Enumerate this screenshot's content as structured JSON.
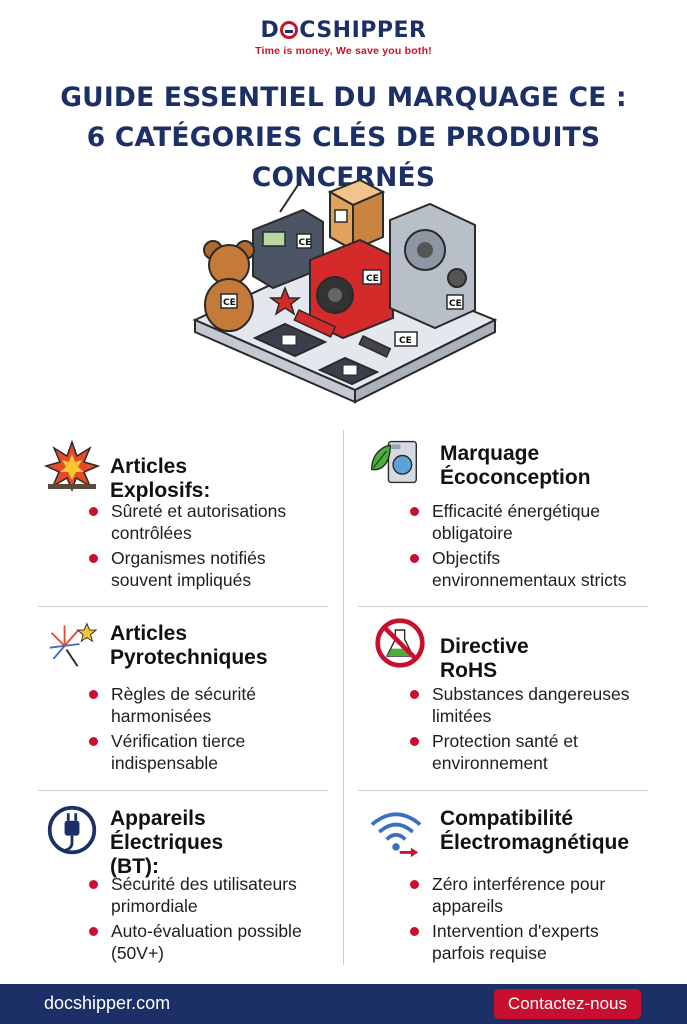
{
  "logo": {
    "brand_pre": "D",
    "brand_post": "CSHIPPER",
    "tagline": "Time is money, We save you both!"
  },
  "title": {
    "line1": "GUIDE ESSENTIEL DU MARQUAGE CE :",
    "line2": "6 CATÉGORIES CLÉS DE PRODUITS CONCERNÉS"
  },
  "hero": {
    "ce_mark": "CE"
  },
  "categories": [
    {
      "title": [
        "Articles Explosifs:"
      ],
      "icon": "explosion-icon",
      "bullets": [
        [
          "Sûreté et autorisations",
          "contrôlées"
        ],
        [
          "Organismes notifiés",
          "souvent impliqués"
        ]
      ]
    },
    {
      "title": [
        "Marquage",
        "Écoconception"
      ],
      "icon": "eco-washing-machine-icon",
      "bullets": [
        [
          "Efficacité énergétique",
          "obligatoire"
        ],
        [
          "Objectifs",
          "environnementaux stricts"
        ]
      ]
    },
    {
      "title": [
        "Articles",
        "Pyrotechniques"
      ],
      "icon": "fireworks-icon",
      "bullets": [
        [
          "Règles de sécurité",
          "harmonisées"
        ],
        [
          "Vérification tierce",
          "indispensable"
        ]
      ]
    },
    {
      "title": [
        "Directive RoHS"
      ],
      "icon": "no-hazardous-substance-icon",
      "bullets": [
        [
          "Substances dangereuses",
          "limitées"
        ],
        [
          "Protection santé et",
          "environnement"
        ]
      ]
    },
    {
      "title": [
        "Appareils",
        "Électriques (BT):"
      ],
      "icon": "electric-plug-icon",
      "bullets": [
        [
          "Sécurité des utilisateurs",
          "primordiale"
        ],
        [
          "Auto-évaluation possible",
          "(50V+)"
        ]
      ]
    },
    {
      "title": [
        "Compatibilité",
        "Électromagnétique"
      ],
      "icon": "wireless-signal-icon",
      "bullets": [
        [
          "Zéro interférence pour",
          "appareils"
        ],
        [
          "Intervention d'experts",
          "parfois requise"
        ]
      ]
    }
  ],
  "footer": {
    "site": "docshipper.com",
    "cta": "Contactez-nous"
  },
  "colors": {
    "navy": "#1c2f66",
    "red": "#c8102e",
    "divider": "#c9ccd3"
  }
}
